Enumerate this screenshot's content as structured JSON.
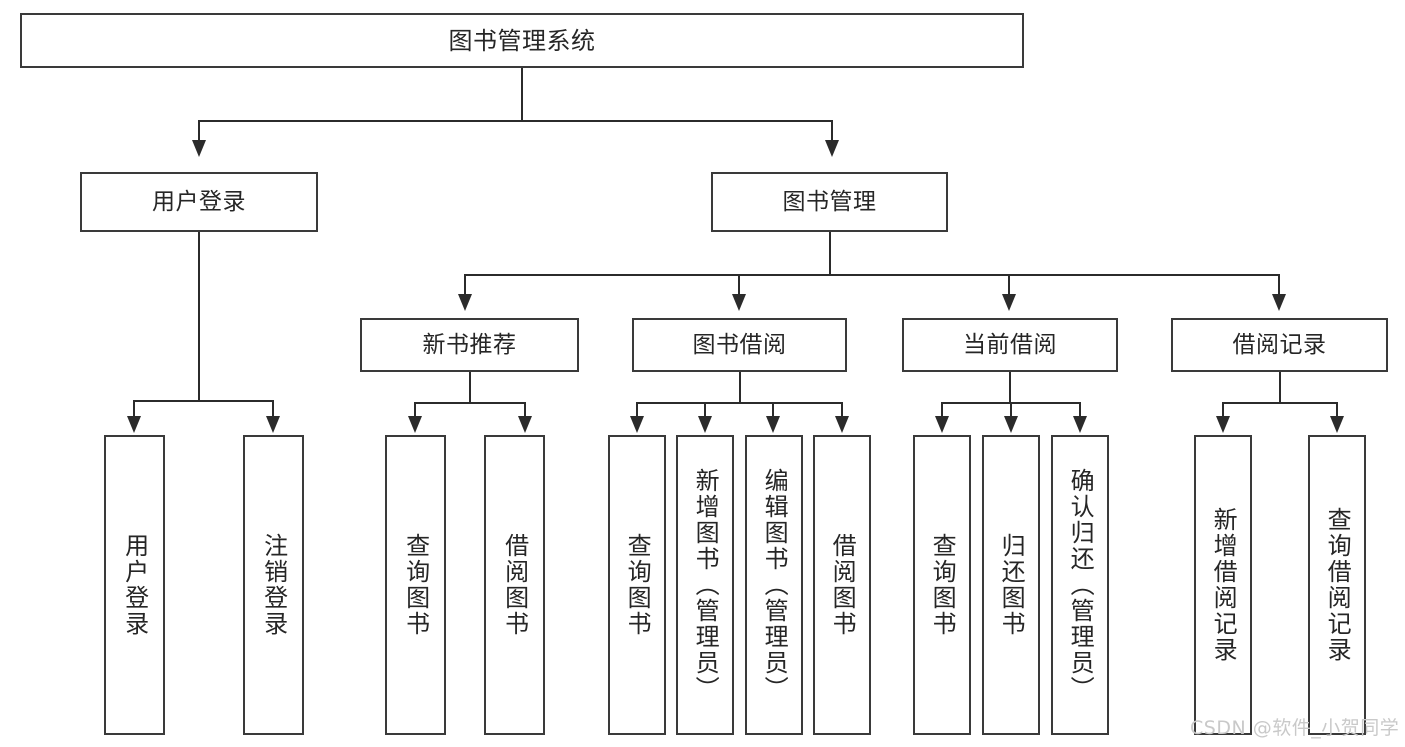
{
  "diagram": {
    "title": "图书管理系统",
    "type": "function-structure-tree",
    "root": {
      "label": "图书管理系统"
    },
    "level2": [
      {
        "label": "用户登录"
      },
      {
        "label": "图书管理"
      }
    ],
    "level3": [
      {
        "label": "新书推荐"
      },
      {
        "label": "图书借阅"
      },
      {
        "label": "当前借阅"
      },
      {
        "label": "借阅记录"
      }
    ],
    "leaves": {
      "user_login": [
        {
          "label": "用户登录"
        },
        {
          "label": "注销登录"
        }
      ],
      "new_book_recommend": [
        {
          "label": "查询图书"
        },
        {
          "label": "借阅图书"
        }
      ],
      "book_borrow": [
        {
          "label": "查询图书"
        },
        {
          "label": "新增图书（管理员）"
        },
        {
          "label": "编辑图书（管理员）"
        },
        {
          "label": "借阅图书"
        }
      ],
      "current_borrow": [
        {
          "label": "查询图书"
        },
        {
          "label": "归还图书"
        },
        {
          "label": "确认归还（管理员）"
        }
      ],
      "borrow_record": [
        {
          "label": "新增借阅记录"
        },
        {
          "label": "查询借阅记录"
        }
      ]
    }
  },
  "watermark": {
    "text": "CSDN @软件_小贺同学"
  },
  "colors": {
    "box_border": "#3a3a3a",
    "line": "#2b2b2b",
    "text": "#262626",
    "background": "#ffffff",
    "watermark": "#c9c9c9"
  }
}
